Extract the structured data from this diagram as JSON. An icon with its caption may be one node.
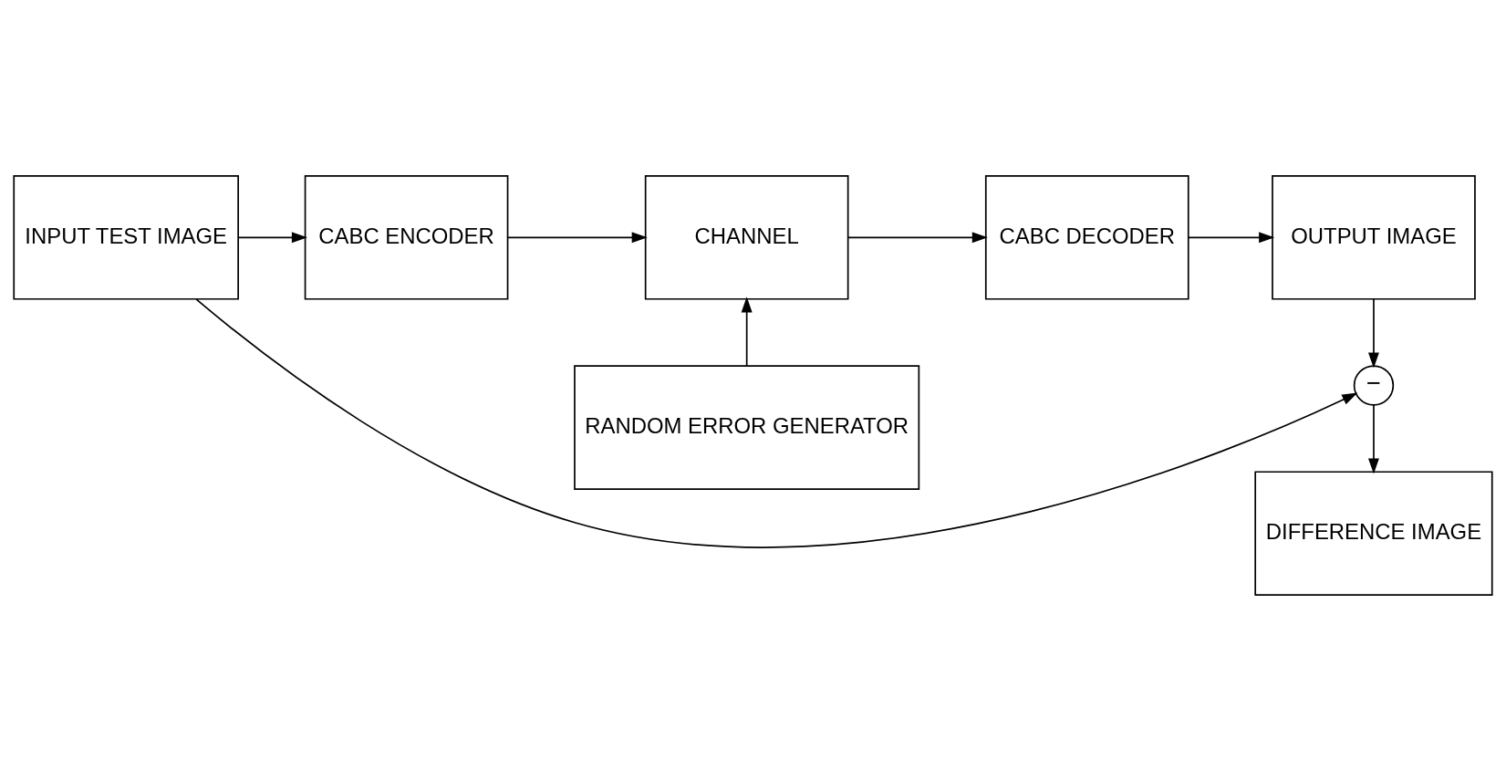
{
  "diagram": {
    "nodes": [
      {
        "text": [
          "INPUT TEST IMAGE"
        ]
      },
      {
        "text": [
          "CABC ENCODER"
        ]
      },
      {
        "text": [
          "CHANNEL"
        ]
      },
      {
        "text": [
          "CABC DECODER"
        ]
      },
      {
        "text": [
          "OUTPUT IMAGE"
        ]
      },
      {
        "text": [
          "−"
        ]
      },
      {
        "text": [
          "RANDOM ERROR GENERATOR"
        ]
      },
      {
        "text": [
          "DIFFERENCE IMAGE"
        ]
      }
    ],
    "edges": [
      {
        "from": 0,
        "to": 1,
        "arrow": "to"
      },
      {
        "from": 0,
        "to": 5,
        "arrow": "to"
      },
      {
        "from": 1,
        "to": 2,
        "arrow": "to"
      },
      {
        "from": 2,
        "to": 3,
        "arrow": "to"
      },
      {
        "from": 3,
        "to": 4,
        "arrow": "to"
      },
      {
        "from": 6,
        "to": 2,
        "arrow": "to"
      },
      {
        "from": 4,
        "to": 5,
        "arrow": "to"
      },
      {
        "from": 5,
        "to": 7,
        "arrow": "to"
      }
    ]
  }
}
